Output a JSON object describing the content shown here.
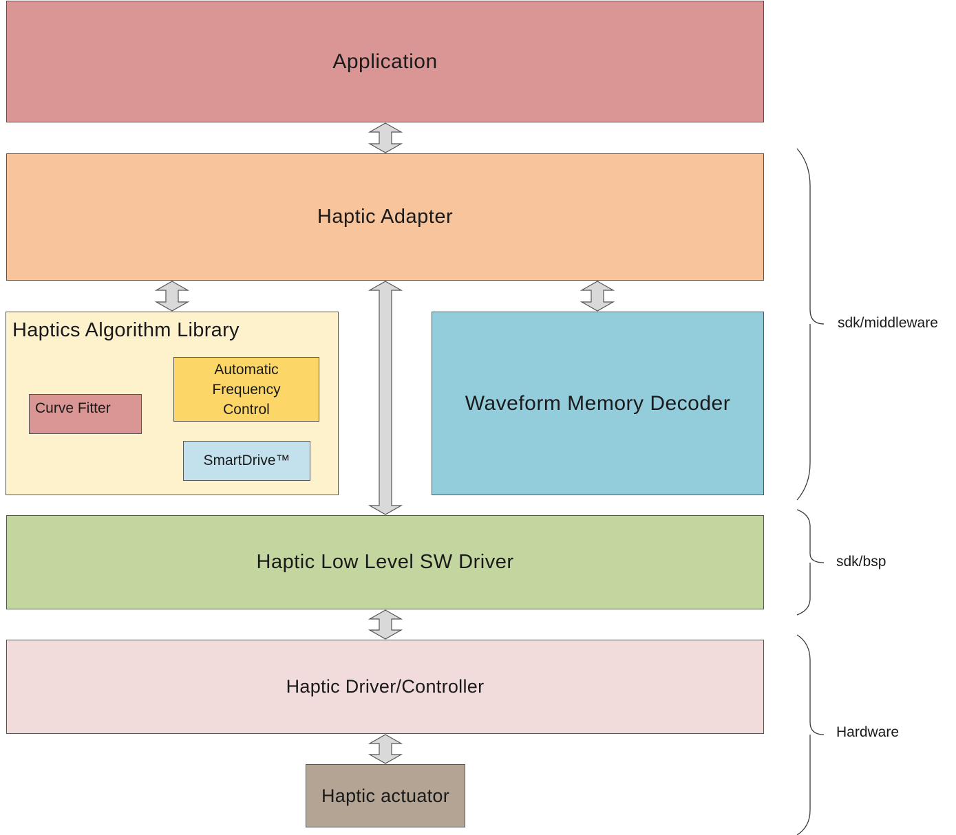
{
  "blocks": {
    "application": "Application",
    "haptic_adapter": "Haptic Adapter",
    "haptics_algorithm_library": "Haptics Algorithm Library",
    "curve_fitter": "Curve Fitter",
    "automatic_frequency_control": "Automatic\nFrequency\nControl",
    "smartdrive": "SmartDrive™",
    "waveform_memory_decoder": "Waveform Memory Decoder",
    "haptic_low_level_sw_driver": "Haptic Low Level SW Driver",
    "haptic_driver_controller": "Haptic Driver/Controller",
    "haptic_actuator": "Haptic actuator"
  },
  "layers": {
    "middleware": "sdk/middleware",
    "bsp": "sdk/bsp",
    "hardware": "Hardware"
  },
  "colors": {
    "application": "#d99694",
    "haptic_adapter": "#f8c49b",
    "algorithm_library": "#fef2cd",
    "curve_fitter": "#d99694",
    "automatic_frequency_control": "#fcd767",
    "smartdrive": "#c3e1ed",
    "waveform_memory_decoder": "#93cddc",
    "low_level_driver": "#c4d69f",
    "driver_controller": "#f1dcdb",
    "actuator": "#b3a494",
    "arrow_fill": "#d9d9d9",
    "outline": "#555555"
  }
}
